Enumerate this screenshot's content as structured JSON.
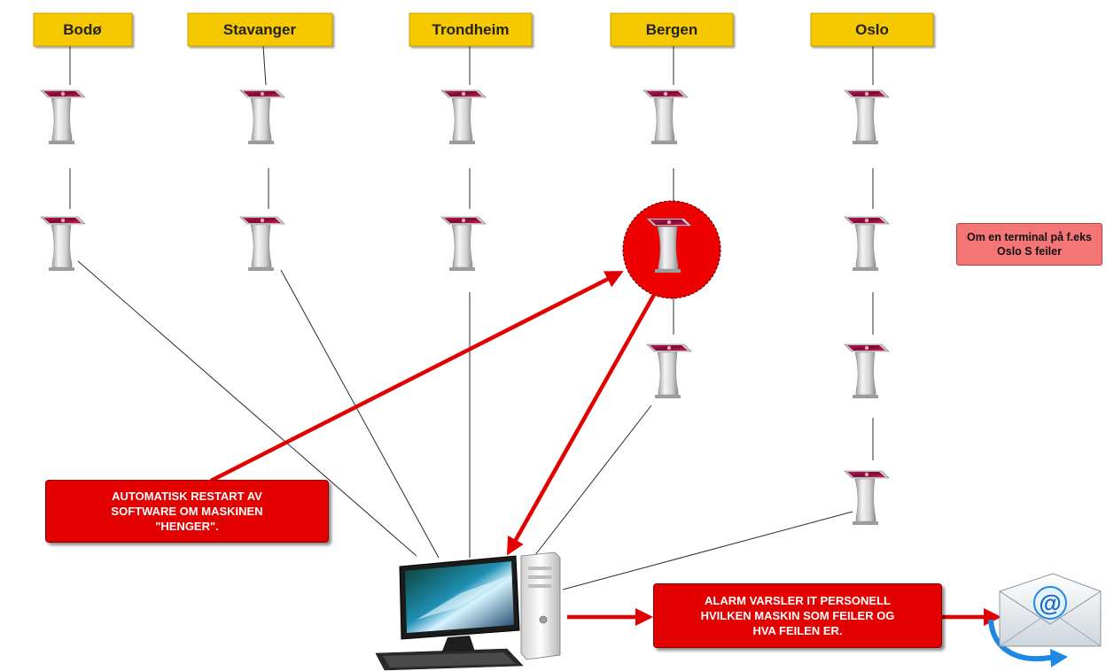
{
  "cities": [
    "Bodø",
    "Stavanger",
    "Trondheim",
    "Bergen",
    "Oslo"
  ],
  "notes": {
    "trigger": "Om en terminal på f.eks\nOslo S feiler",
    "restart": "AUTOMATISK RESTART AV\nSOFTWARE OM MASKINEN\n\"HENGER\".",
    "alarm": "ALARM VARSLER IT PERSONELL\nHVILKEN MASKIN SOM FEILER OG\nHVA FEILEN ER."
  },
  "icons": {
    "terminal": "kiosk-terminal-icon",
    "computer": "desktop-computer-icon",
    "email": "email-envelope-icon"
  },
  "colors": {
    "city_label": "#f6c800",
    "alert": "#e20000",
    "note_pink": "#f47575",
    "failed_highlight": "#ee0000"
  }
}
